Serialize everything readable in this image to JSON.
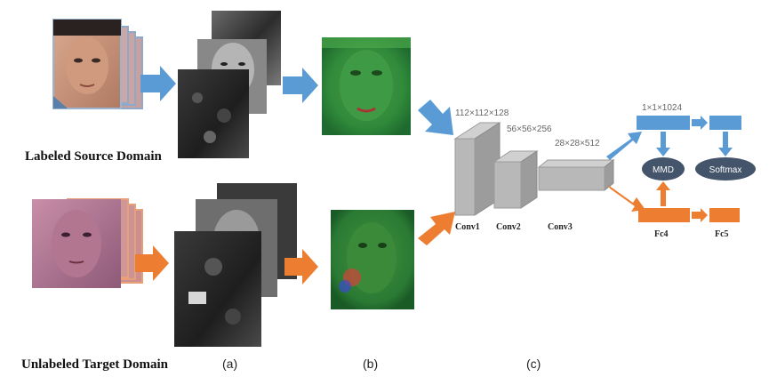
{
  "source_label": "Labeled Source Domain",
  "target_label": "Unlabeled Target Domain",
  "panel_labels": {
    "a": "(a)",
    "b": "(b)",
    "c": "(c)"
  },
  "conv_dims": {
    "conv1": "112×112×128",
    "conv2": "56×56×256",
    "conv3": "28×28×512"
  },
  "conv_names": {
    "conv1": "Conv1",
    "conv2": "Conv2",
    "conv3": "Conv3"
  },
  "fc_dim": "1×1×1024",
  "fc_names": {
    "fc4": "Fc4",
    "fc5": "Fc5"
  },
  "loss_nodes": {
    "mmd": "MMD",
    "softmax": "Softmax"
  },
  "colors": {
    "source_arrow": "#5B9BD5",
    "target_arrow": "#ED7D31",
    "node": "#44546A",
    "conv": "#B3B3B3"
  }
}
